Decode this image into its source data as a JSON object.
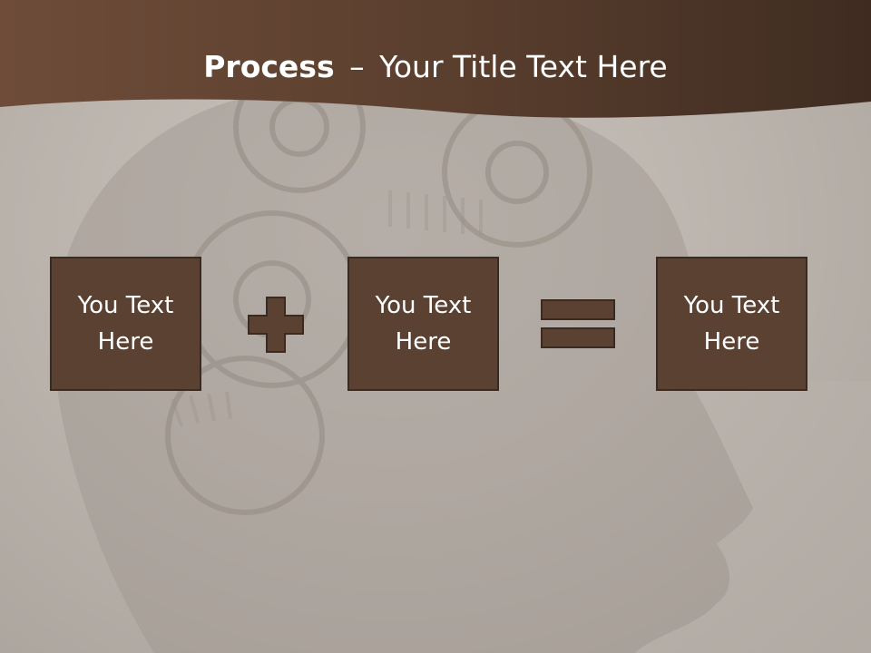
{
  "slide": {
    "title_bold": "Process",
    "title_separator": "–",
    "title_rest": "Your Title Text Here",
    "boxes": [
      {
        "text": "You Text\nHere"
      },
      {
        "text": "You Text\nHere"
      },
      {
        "text": "You Text\nHere"
      }
    ],
    "operators": [
      "plus-icon",
      "equals-icon"
    ]
  },
  "colors": {
    "header": "#5b3f2e",
    "box_fill": "#5a4132",
    "box_border": "#3a2a20",
    "background": "#bdb6af",
    "title_text": "#ffffff"
  }
}
